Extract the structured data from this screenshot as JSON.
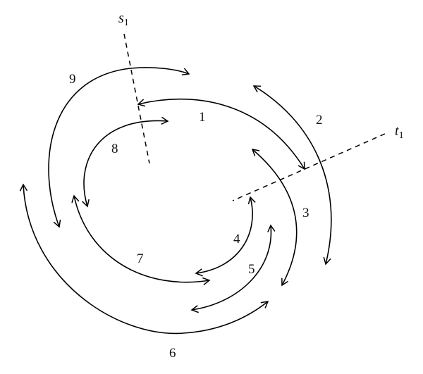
{
  "diagram": {
    "stroke_color": "#000000",
    "background": "#ffffff",
    "axes": [
      {
        "name": "s",
        "subscript": "1",
        "label": "s1",
        "type": "dashed-line"
      },
      {
        "name": "t",
        "subscript": "1",
        "label": "t1",
        "type": "dashed-line"
      }
    ],
    "arcs": [
      {
        "id": "1",
        "label": "1",
        "type": "double-headed-arrow"
      },
      {
        "id": "2",
        "label": "2",
        "type": "double-headed-arrow"
      },
      {
        "id": "3",
        "label": "3",
        "type": "double-headed-arrow"
      },
      {
        "id": "4",
        "label": "4",
        "type": "double-headed-arrow"
      },
      {
        "id": "5",
        "label": "5",
        "type": "double-headed-arrow"
      },
      {
        "id": "6",
        "label": "6",
        "type": "double-headed-arrow"
      },
      {
        "id": "7",
        "label": "7",
        "type": "double-headed-arrow"
      },
      {
        "id": "8",
        "label": "8",
        "type": "double-headed-arrow"
      },
      {
        "id": "9",
        "label": "9",
        "type": "double-headed-arrow"
      }
    ]
  }
}
